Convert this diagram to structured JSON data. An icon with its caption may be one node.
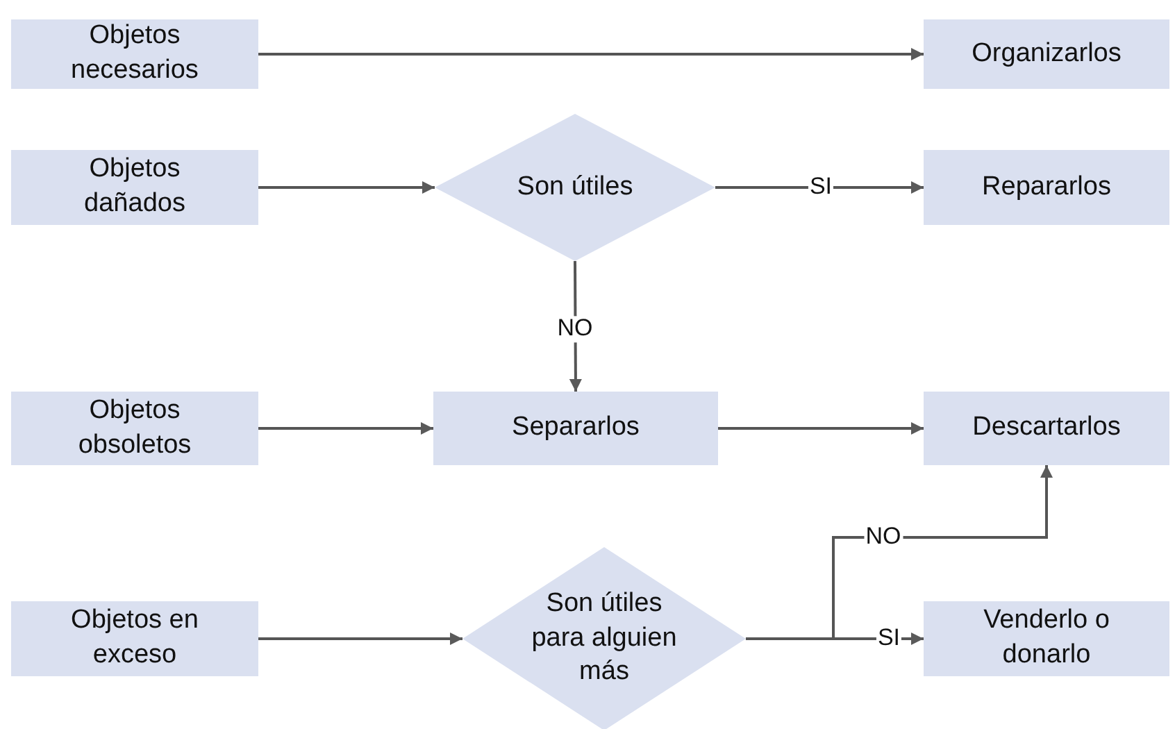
{
  "diagram": {
    "nodes": [
      {
        "text": [
          "Objetos necesarios"
        ]
      },
      {
        "text": [
          "Organizarlos"
        ]
      },
      {
        "text": [
          "Objetos dañados"
        ]
      },
      {
        "text": [
          "Son útiles"
        ]
      },
      {
        "text": [
          "Repararlos"
        ]
      },
      {
        "text": [
          "Objetos obsoletos"
        ]
      },
      {
        "text": [
          "Separarlos"
        ]
      },
      {
        "text": [
          "Descartarlos"
        ]
      },
      {
        "text": [
          "Objetos en exceso"
        ]
      },
      {
        "text": [
          "Son útiles para alguien más"
        ]
      },
      {
        "text": [
          "Venderlo o donarlo"
        ]
      }
    ],
    "edges": [
      {
        "from": 0,
        "to": 1,
        "arrow": "to"
      },
      {
        "from": 2,
        "to": 3,
        "arrow": "to"
      },
      {
        "from": 3,
        "to": 4,
        "arrow": "to",
        "label": "SI"
      },
      {
        "from": 3,
        "to": 6,
        "arrow": "to",
        "label": "NO"
      },
      {
        "from": 5,
        "to": 6,
        "arrow": "to"
      },
      {
        "from": 6,
        "to": 7,
        "arrow": "to"
      },
      {
        "from": 8,
        "to": 9,
        "arrow": "to"
      },
      {
        "from": 9,
        "to": 7,
        "arrow": "to",
        "label": "NO"
      },
      {
        "from": 9,
        "to": 10,
        "arrow": "to",
        "label": "SI"
      }
    ]
  }
}
